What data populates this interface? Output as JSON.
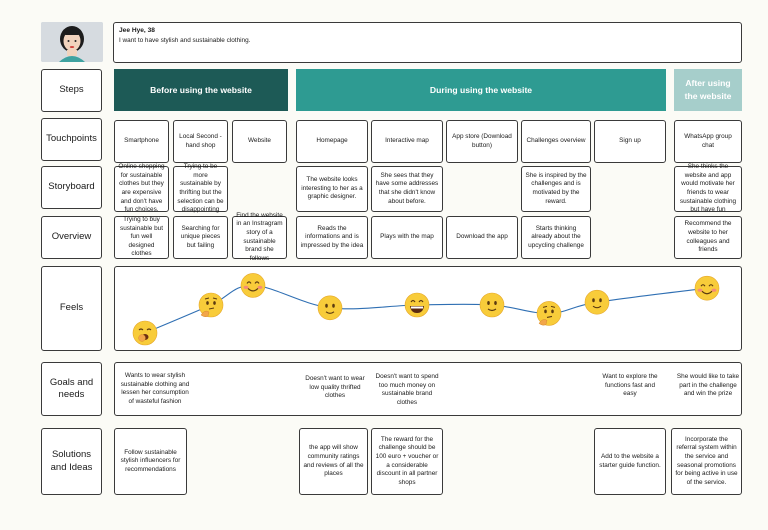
{
  "persona": {
    "name": "Jee Hye, 38",
    "quote": "I want to have stylish and sustainable clothing."
  },
  "row_labels": {
    "steps": "Steps",
    "touchpoints": "Touchpoints",
    "storyboard": "Storyboard",
    "overview": "Overview",
    "feels": "Feels",
    "goals_line1": "Goals and",
    "goals_line2": "needs",
    "solutions_line1": "Solutions",
    "solutions_line2": "and Ideas"
  },
  "phases": {
    "before": "Before using the website",
    "during": "During using the website",
    "after_line1": "After using",
    "after_line2": "the website"
  },
  "touchpoints": {
    "c1": "Smartphone",
    "c2": "Local Second - hand shop",
    "c3": "Website",
    "c4": "Homepage",
    "c5": "Interactive map",
    "c6": "App store (Download button)",
    "c7": "Challenges overview",
    "c8": "Sign up",
    "c9": "WhatsApp group chat"
  },
  "storyboard": {
    "c1": "Online shopping for sustainable clothes but they are expensive and don't have fun choices.",
    "c2": "Trying to be more sustainable by thrifting but the selection can be disappointing",
    "c4": "The website looks interesting to her as a graphic designer.",
    "c5": "She sees that they have some addresses that she didn't know about before.",
    "c7": "She is inspired by the challenges and is motivated by the reward.",
    "c9": "She thinks the website and app would motivate her friends to wear sustainable clothing but have fun"
  },
  "overview": {
    "c1": "Trying to buy sustainable but fun well designed clothes",
    "c2": "Searching for unique pieces but failing",
    "c3": "Find the website in an Instragram story of a sustainable brand she follows",
    "c4": "Reads the informations and is impressed by the idea",
    "c5": "Plays with the map",
    "c6": "Download the app",
    "c7": "Starts thinking already about the upcycling challenge",
    "c9": "Recommend the website to her colleagues and friends"
  },
  "feels": {
    "emotions": [
      {
        "step": 1,
        "icon": "yawning-face-icon",
        "level": 0.0
      },
      {
        "step": 2,
        "icon": "thinking-face-icon",
        "level": 0.5
      },
      {
        "step": 3,
        "icon": "smiling-face-icon",
        "level": 0.85
      },
      {
        "step": 4,
        "icon": "slightly-smiling-face-icon",
        "level": 0.45
      },
      {
        "step": 5,
        "icon": "grinning-face-icon",
        "level": 0.5
      },
      {
        "step": 6,
        "icon": "slightly-smiling-face-icon",
        "level": 0.5
      },
      {
        "step": 7,
        "icon": "thinking-face-icon",
        "level": 0.35
      },
      {
        "step": 8,
        "icon": "slightly-smiling-face-icon",
        "level": 0.55
      },
      {
        "step": 9,
        "icon": "smiling-face-icon",
        "level": 0.8
      }
    ]
  },
  "goals": {
    "g1": "Wants to wear stylish sustainable clothing and lessen her consumption of wasteful fashion",
    "g2": "Doesn't want to wear low quality thrifted clothes",
    "g3": "Doesn't want to spend too much money on sustainable brand clothes",
    "g4": "Want to explore the functions fast and easy",
    "g5": "She would like to take part in the challenge and win the prize"
  },
  "solutions": {
    "s1": "Follow sustainable stylish influencers for recommendations",
    "s2": "the app will show community ratings and reviews of all the places",
    "s3": "The reward for the challenge should be 100 euro + voucher or a considerable discount in all partner shops",
    "s4": "Add to the website a starter guide function.",
    "s5": "Incorporate the referral system within the service and seasonal promotions for being active in use of the service."
  },
  "colors": {
    "before": "#1d5a56",
    "during": "#2e9b92",
    "after": "#a6cecb",
    "curve": "#2f6fb3",
    "emoji": "#f8cc3a"
  }
}
